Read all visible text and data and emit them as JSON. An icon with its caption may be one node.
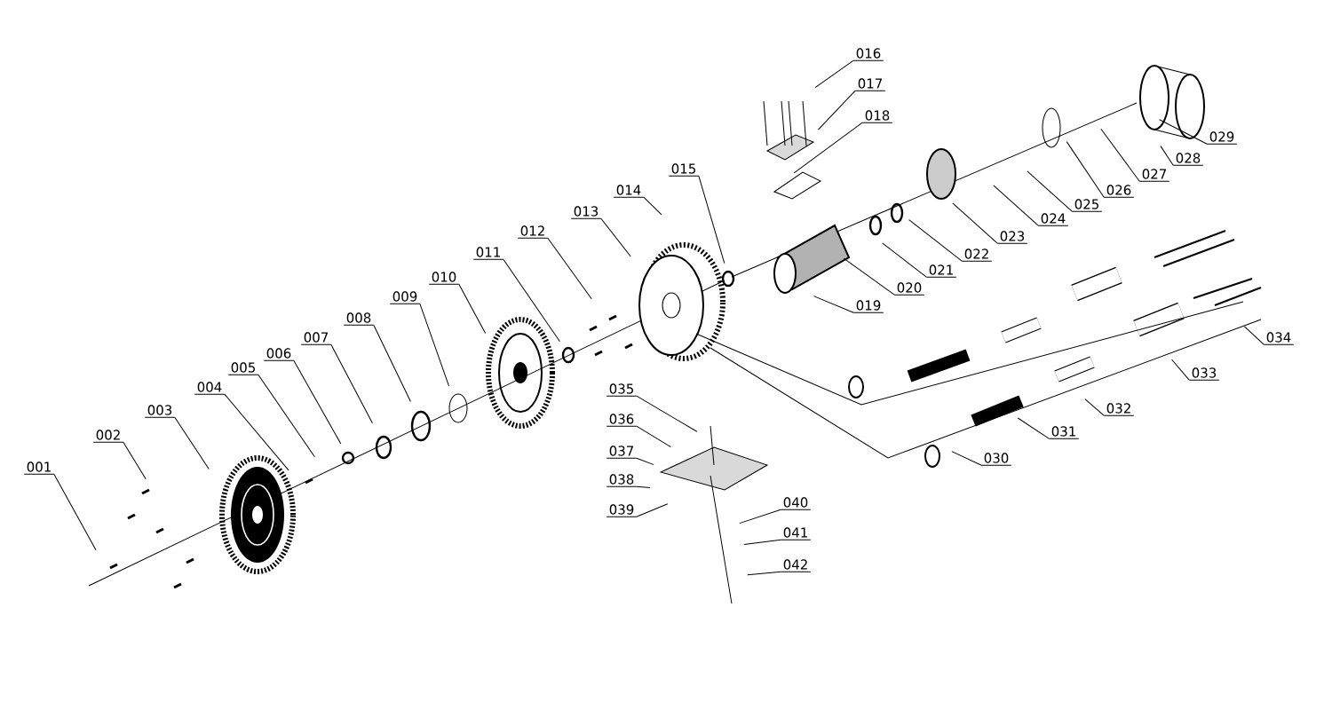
{
  "diagram": {
    "nodes": [
      {
        "text": [
          "001"
        ]
      },
      {
        "text": [
          "002"
        ]
      },
      {
        "text": [
          "003"
        ]
      },
      {
        "text": [
          "004"
        ]
      },
      {
        "text": [
          "005"
        ]
      },
      {
        "text": [
          "006"
        ]
      },
      {
        "text": [
          "007"
        ]
      },
      {
        "text": [
          "008"
        ]
      },
      {
        "text": [
          "009"
        ]
      },
      {
        "text": [
          "010"
        ]
      },
      {
        "text": [
          "011"
        ]
      },
      {
        "text": [
          "012"
        ]
      },
      {
        "text": [
          "013"
        ]
      },
      {
        "text": [
          "014"
        ]
      },
      {
        "text": [
          "015"
        ]
      },
      {
        "text": [
          "016"
        ]
      },
      {
        "text": [
          "017"
        ]
      },
      {
        "text": [
          "018"
        ]
      },
      {
        "text": [
          "019"
        ]
      },
      {
        "text": [
          "020"
        ]
      },
      {
        "text": [
          "021"
        ]
      },
      {
        "text": [
          "022"
        ]
      },
      {
        "text": [
          "023"
        ]
      },
      {
        "text": [
          "024"
        ]
      },
      {
        "text": [
          "025"
        ]
      },
      {
        "text": [
          "026"
        ]
      },
      {
        "text": [
          "027"
        ]
      },
      {
        "text": [
          "028"
        ]
      },
      {
        "text": [
          "029"
        ]
      },
      {
        "text": [
          "030"
        ]
      },
      {
        "text": [
          "031"
        ]
      },
      {
        "text": [
          "032"
        ]
      },
      {
        "text": [
          "033"
        ]
      },
      {
        "text": [
          "034"
        ]
      },
      {
        "text": [
          "035"
        ]
      },
      {
        "text": [
          "036"
        ]
      },
      {
        "text": [
          "037"
        ]
      },
      {
        "text": [
          "038"
        ]
      },
      {
        "text": [
          "039"
        ]
      },
      {
        "text": [
          "040"
        ]
      },
      {
        "text": [
          "041"
        ]
      },
      {
        "text": [
          "042"
        ]
      }
    ],
    "edges": [
      {
        "from": 0,
        "to": null,
        "arrow": "none"
      },
      {
        "from": 1,
        "to": null,
        "arrow": "none"
      },
      {
        "from": 2,
        "to": null,
        "arrow": "none"
      },
      {
        "from": 3,
        "to": null,
        "arrow": "none"
      },
      {
        "from": 4,
        "to": null,
        "arrow": "none"
      },
      {
        "from": 5,
        "to": null,
        "arrow": "none"
      },
      {
        "from": 6,
        "to": null,
        "arrow": "none"
      },
      {
        "from": 7,
        "to": null,
        "arrow": "none"
      },
      {
        "from": 8,
        "to": null,
        "arrow": "none"
      },
      {
        "from": 9,
        "to": null,
        "arrow": "none"
      },
      {
        "from": 10,
        "to": null,
        "arrow": "none"
      },
      {
        "from": 11,
        "to": null,
        "arrow": "none"
      },
      {
        "from": 12,
        "to": null,
        "arrow": "none"
      },
      {
        "from": 13,
        "to": null,
        "arrow": "none"
      },
      {
        "from": 14,
        "to": null,
        "arrow": "none"
      },
      {
        "from": 15,
        "to": null,
        "arrow": "none"
      },
      {
        "from": 16,
        "to": null,
        "arrow": "none"
      },
      {
        "from": 17,
        "to": null,
        "arrow": "none"
      },
      {
        "from": 18,
        "to": null,
        "arrow": "none"
      },
      {
        "from": 19,
        "to": null,
        "arrow": "none"
      },
      {
        "from": 20,
        "to": null,
        "arrow": "none"
      },
      {
        "from": 21,
        "to": null,
        "arrow": "none"
      },
      {
        "from": 22,
        "to": null,
        "arrow": "none"
      },
      {
        "from": 23,
        "to": null,
        "arrow": "none"
      },
      {
        "from": 24,
        "to": null,
        "arrow": "none"
      },
      {
        "from": 25,
        "to": null,
        "arrow": "none"
      },
      {
        "from": 26,
        "to": null,
        "arrow": "none"
      },
      {
        "from": 27,
        "to": null,
        "arrow": "none"
      },
      {
        "from": 28,
        "to": null,
        "arrow": "none"
      },
      {
        "from": 29,
        "to": null,
        "arrow": "none"
      },
      {
        "from": 30,
        "to": null,
        "arrow": "none"
      },
      {
        "from": 31,
        "to": null,
        "arrow": "none"
      },
      {
        "from": 32,
        "to": null,
        "arrow": "none"
      },
      {
        "from": 33,
        "to": null,
        "arrow": "none"
      },
      {
        "from": 34,
        "to": null,
        "arrow": "none"
      },
      {
        "from": 35,
        "to": null,
        "arrow": "none"
      },
      {
        "from": 36,
        "to": null,
        "arrow": "none"
      },
      {
        "from": 37,
        "to": null,
        "arrow": "none"
      },
      {
        "from": 38,
        "to": null,
        "arrow": "none"
      },
      {
        "from": 39,
        "to": null,
        "arrow": "none"
      },
      {
        "from": 40,
        "to": null,
        "arrow": "none"
      },
      {
        "from": 41,
        "to": null,
        "arrow": "none"
      }
    ]
  }
}
